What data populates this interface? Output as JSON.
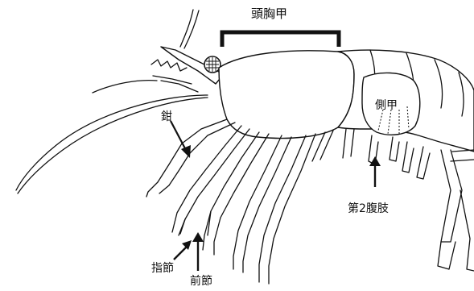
{
  "labels": {
    "cephalothorax": "頭胸甲",
    "pleuron": "側甲",
    "chela": "鉗",
    "second_pleopod": "第2腹肢",
    "dactylus": "指節",
    "propodus": "前節"
  },
  "colors": {
    "ink": "#111111",
    "background": "#ffffff"
  }
}
